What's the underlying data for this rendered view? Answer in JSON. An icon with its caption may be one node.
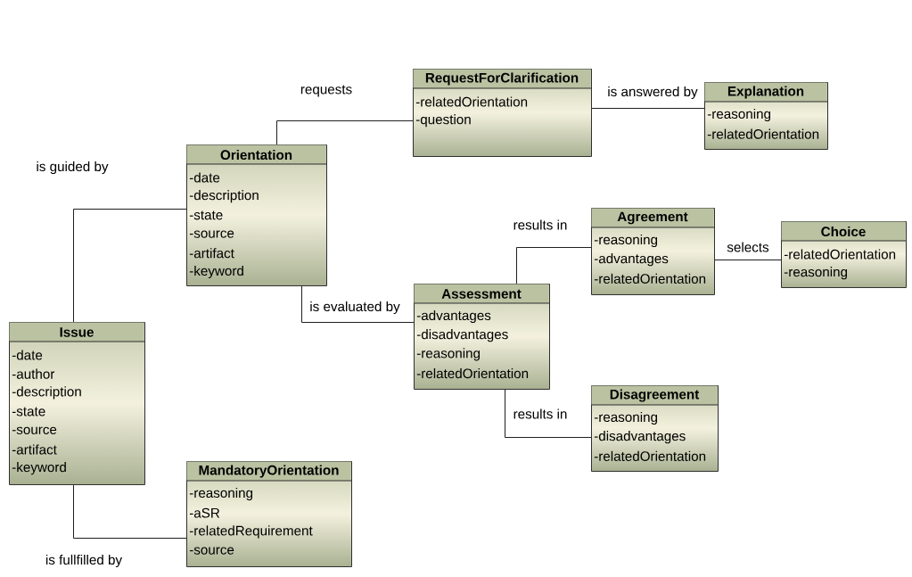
{
  "diagram": {
    "nodes": [
      {
        "text": [
          "RequestForClarification",
          "-relatedOrientation",
          "-question"
        ]
      },
      {
        "text": [
          "Explanation",
          "-reasoning",
          "-relatedOrientation"
        ]
      },
      {
        "text": [
          "Orientation",
          "-date",
          "-description",
          "-state",
          "-source",
          "-artifact",
          "-keyword"
        ]
      },
      {
        "text": [
          "Agreement",
          "-reasoning",
          "-advantages",
          "-relatedOrientation"
        ]
      },
      {
        "text": [
          "Choice",
          "-relatedOrientation",
          "-reasoning"
        ]
      },
      {
        "text": [
          "Assessment",
          "-advantages",
          "-disadvantages",
          "-reasoning",
          "-relatedOrientation"
        ]
      },
      {
        "text": [
          "Issue",
          "-date",
          "-author",
          "-description",
          "-state",
          "-source",
          "-artifact",
          "-keyword"
        ]
      },
      {
        "text": [
          "Disagreement",
          "-reasoning",
          "-disadvantages",
          "-relatedOrientation"
        ]
      },
      {
        "text": [
          "MandatoryOrientation",
          "-reasoning",
          "-aSR",
          "-relatedRequirement",
          "-source"
        ]
      }
    ],
    "edges": [
      {
        "from": 2,
        "to": 0,
        "arrow": "none",
        "label": "requests"
      },
      {
        "from": 0,
        "to": 1,
        "arrow": "none",
        "label": "is answered by"
      },
      {
        "from": 6,
        "to": 2,
        "arrow": "none",
        "label": "is guided by"
      },
      {
        "from": 2,
        "to": 5,
        "arrow": "none",
        "label": "is evaluated by"
      },
      {
        "from": 5,
        "to": 3,
        "arrow": "none",
        "label": "results in"
      },
      {
        "from": 3,
        "to": 4,
        "arrow": "none",
        "label": "selects"
      },
      {
        "from": 5,
        "to": 7,
        "arrow": "none",
        "label": "results in"
      },
      {
        "from": 6,
        "to": 8,
        "arrow": "none",
        "label": "is fullfilled by"
      }
    ]
  }
}
